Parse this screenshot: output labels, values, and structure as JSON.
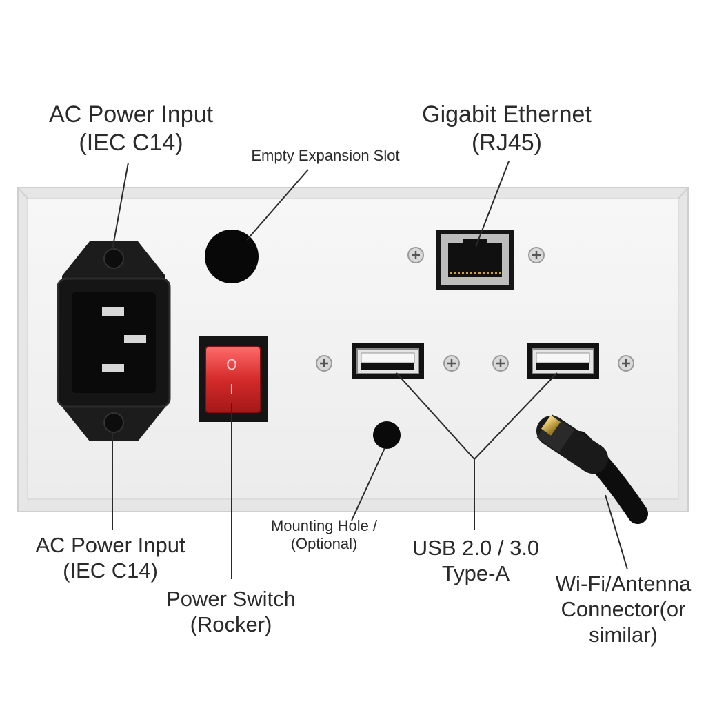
{
  "labels": {
    "ac_top": {
      "line1": "AC Power Input",
      "line2": "(IEC C14)"
    },
    "expansion": {
      "line1": "Empty Expansion Slot"
    },
    "ethernet": {
      "line1": "Gigabit Ethernet",
      "line2": "(RJ45)"
    },
    "ac_bottom": {
      "line1": "AC Power Input",
      "line2": "(IEC C14)"
    },
    "power_switch": {
      "line1": "Power Switch",
      "line2": "(Rocker)"
    },
    "mounting": {
      "line1": "Mounting Hole /",
      "line2": "(Optional)"
    },
    "usb": {
      "line1": "USB 2.0 / 3.0",
      "line2": "Type-A"
    },
    "antenna": {
      "line1": "Wi-Fi/Antenna",
      "line2": "Connector(or",
      "line3": "similar)"
    }
  },
  "switch_symbols": {
    "off": "O",
    "on": "I"
  },
  "colors": {
    "panel": "#f2f2f2",
    "panel_edge": "#d8d8d8",
    "port_black": "#141414",
    "switch_red": "#d42a2a",
    "brass": "#c9a43a",
    "leader_line": "#2a2a2a"
  }
}
